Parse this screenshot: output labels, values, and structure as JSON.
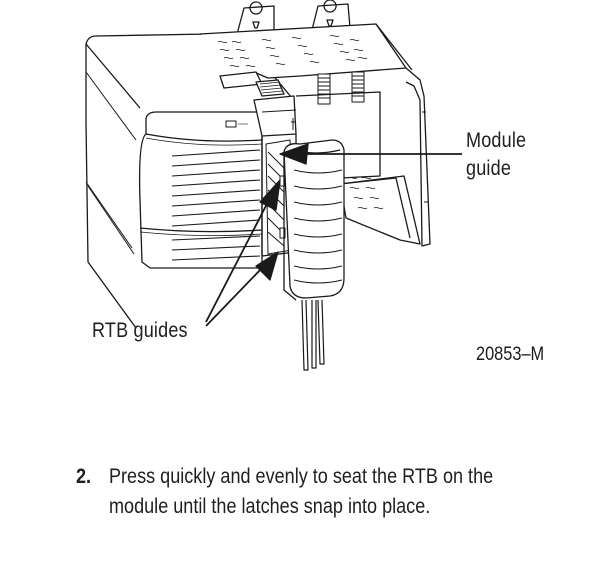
{
  "figure": {
    "callouts": {
      "module_guide": [
        "Module",
        "guide"
      ],
      "rtb_guides": "RTB guides"
    },
    "figure_id": "20853–M",
    "device_label": "RTB module installation illustration",
    "line_color": "#1a1a1a"
  },
  "instruction": {
    "step_number": "2.",
    "lines": [
      "Press quickly and evenly to seat the RTB on the",
      "module until the latches snap into place."
    ]
  }
}
